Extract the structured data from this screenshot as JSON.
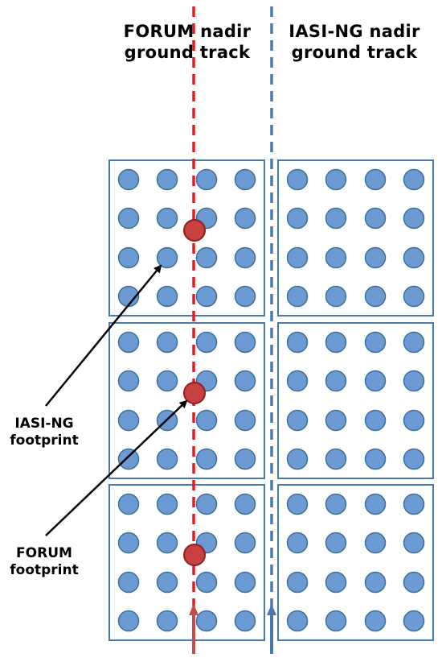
{
  "titles": {
    "forum": {
      "line1": "FORUM nadir",
      "line2": "ground track"
    },
    "iasi": {
      "line1": "IASI-NG nadir",
      "line2": "ground track"
    }
  },
  "labels": {
    "iasi_footprint": {
      "line1": "IASI-NG",
      "line2": "footprint"
    },
    "forum_footprint": {
      "line1": "FORUM",
      "line2": "footprint"
    }
  },
  "grid": {
    "columns_of_cells": 2,
    "rows_of_cells": 3,
    "pixels_per_cell": 4
  },
  "colors": {
    "cell_border": "#4a7aab",
    "iasi_pixel_fill": "#6b9bd2",
    "iasi_pixel_stroke": "#3f6e9e",
    "forum_pixel_fill": "#c94040",
    "forum_pixel_stroke": "#8f2020",
    "forum_track": "#e8191b",
    "iasi_track": "#4a7aab",
    "arrow": "#000000"
  }
}
